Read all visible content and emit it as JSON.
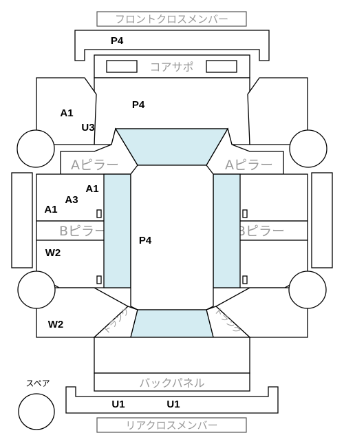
{
  "labels": {
    "front_cross_member": "フロントクロスメンバー",
    "core_support": "コアサポ",
    "a_pillar_left": "Aピラー",
    "a_pillar_right": "Aピラー",
    "b_pillar_left": "Bピラー",
    "b_pillar_right": "Bピラー",
    "trunk_left": "トランク",
    "trunk_right": "トランク",
    "back_panel": "バックパネル",
    "rear_cross_member": "リアクロスメンバー",
    "spare": "スペア"
  },
  "codes": {
    "front_member": "P4",
    "hood": "P4",
    "front_left_a1": "A1",
    "front_left_u3": "U3",
    "door_a1_top": "A1",
    "door_a3": "A3",
    "door_a1_bottom": "A1",
    "roof": "P4",
    "rear_door_w2": "W2",
    "rear_quarter_w2": "W2",
    "rear_u1_left": "U1",
    "rear_u1_right": "U1"
  },
  "colors": {
    "glass": "#d4ecf2",
    "line": "#000000",
    "label_gray": "#999999"
  }
}
